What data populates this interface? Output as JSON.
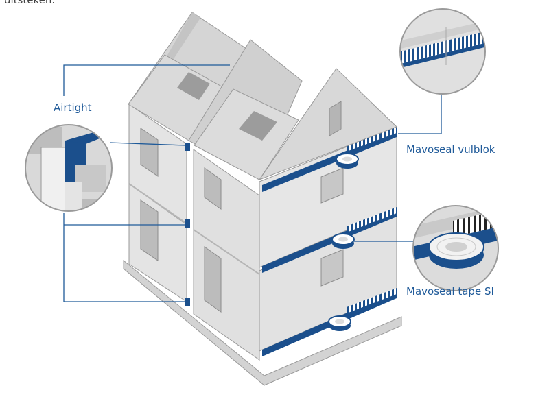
{
  "top_text": "uitsteken.",
  "labels": {
    "airtight": "Airtight",
    "vulblok": "Mavoseal vulblok",
    "tape": "Mavoseal tape SI"
  },
  "colors": {
    "seal_blue": "#1b4f8c",
    "callout_line": "#1f5a99",
    "wall": "#e2e2e2",
    "wall_dark": "#cfcfcf",
    "roof": "#d8d8d8"
  }
}
